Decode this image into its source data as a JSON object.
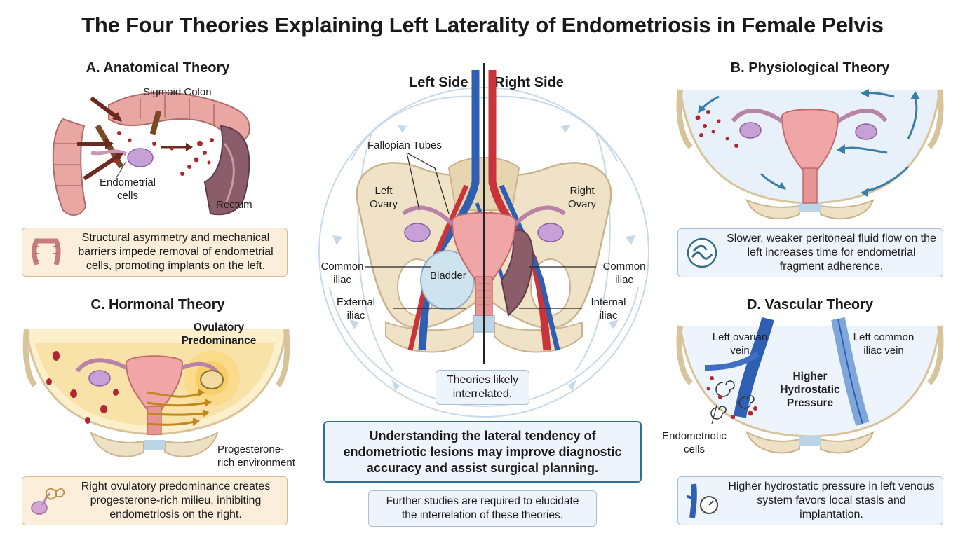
{
  "title": "The Four Theories Explaining Left Laterality of Endometriosis in Female Pelvis",
  "center": {
    "left_side": "Left Side",
    "right_side": "Right Side",
    "labels": {
      "fallopian_tubes": "Fallopian Tubes",
      "left_ovary": "Left\nOvary",
      "right_ovary": "Right\nOvary",
      "bladder": "Bladder",
      "common_iliac_left": "Common\niliac",
      "external_iliac": "External\niliac",
      "common_iliac_right": "Common\niliac",
      "internal_iliac": "Internal\niliac"
    },
    "interrelated_note": "Theories likely\ninterrelated.",
    "key_message": "Understanding the lateral tendency of endometriotic lesions may improve diagnostic accuracy and assist surgical planning.",
    "further_note": "Further studies are required to elucidate\nthe interrelation of these theories."
  },
  "sections": {
    "anatomical": {
      "title": "A. Anatomical Theory",
      "labels": {
        "sigmoid": "Sigmoid Colon",
        "cells": "Endometrial\ncells",
        "rectum": "Rectum"
      },
      "summary": "Structural asymmetry and mechanical barriers impede removal of endometrial cells, promoting implants on the left."
    },
    "physiological": {
      "title": "B. Physiological Theory",
      "summary": "Slower, weaker peritoneal fluid flow on the left increases time for endometrial fragment adherence."
    },
    "hormonal": {
      "title": "C. Hormonal Theory",
      "labels": {
        "ovulatory": "Ovulatory\nPredominance",
        "progesterone": "Progesterone-\nrich environment"
      },
      "summary": "Right ovulatory predominance creates progesterone-rich milieu, inhibiting endometriosis on the right."
    },
    "vascular": {
      "title": "D. Vascular Theory",
      "labels": {
        "left_ovarian_vein": "Left ovarian\nvein",
        "left_common_iliac_vein": "Left common\niliac vein",
        "pressure": "Higher\nHydrostatic\nPressure",
        "cells": "Endometriotic\ncells"
      },
      "summary": "Higher hydrostatic pressure in left venous system favors local stasis and implantation."
    }
  },
  "icons": {
    "colon": "colon-icon",
    "wave": "wave-icon",
    "hormone": "hormone-molecule-icon",
    "vein_gauge": "vein-pressure-gauge-icon"
  },
  "colors": {
    "tan_box": "#fbefdc",
    "blue_box": "#eef4fb",
    "key_border": "#2f6f91",
    "artery": "#c8343a",
    "vein": "#2f5fb3"
  }
}
